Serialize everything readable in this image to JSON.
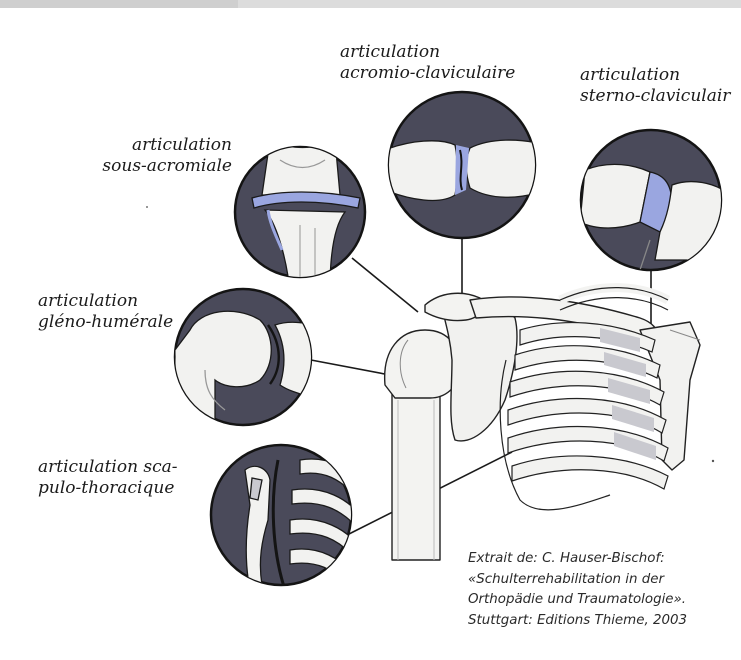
{
  "labels": {
    "sous_acromiale": [
      "articulation",
      "sous-acromiale"
    ],
    "acromio_claviculaire": [
      "articulation",
      "acromio-claviculaire"
    ],
    "sterno_claviculaire": [
      "articulation",
      "sterno-claviculair"
    ],
    "gleno_humerale": [
      "articulation",
      "gléno-humérale"
    ],
    "scapulo_thoracique": [
      "articulation sca-",
      "pulo-thoracique"
    ]
  },
  "credit": [
    "Extrait de: C. Hauser-Bischof:",
    "«Schulterrehabilitation in der",
    "Orthopädie und Traumatologie».",
    "Stuttgart: Editions Thieme, 2003"
  ],
  "colors": {
    "circle_background": "#4a4a5a",
    "bone_fill": "#f2f2f0",
    "bone_shade": "#c9c9cf",
    "cartilage_blue": "#9aa6e0",
    "outline": "#141414"
  }
}
